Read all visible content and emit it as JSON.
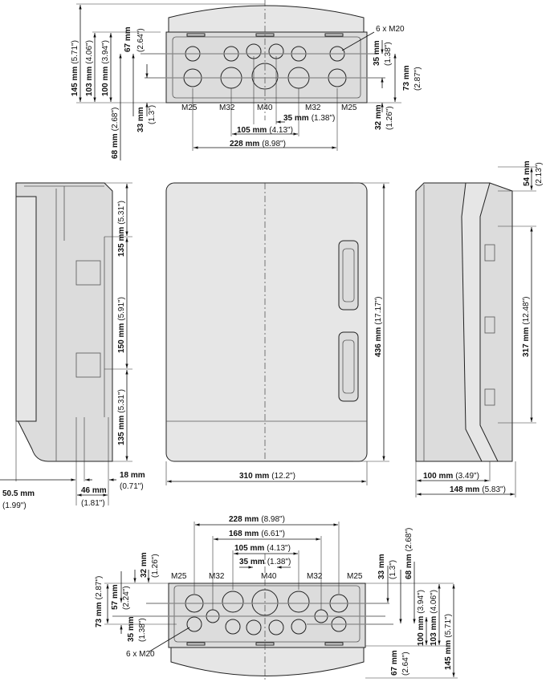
{
  "top": {
    "d145": {
      "mm": "145 mm",
      "in": "(5.71\")"
    },
    "d103": {
      "mm": "103 mm",
      "in": "(4.06\")"
    },
    "d100": {
      "mm": "100 mm",
      "in": "(3.94\")"
    },
    "d67": {
      "mm": "67 mm",
      "in": "(2.64\")"
    },
    "d68": {
      "mm": "68 mm",
      "in": "(2.68\")"
    },
    "d33": {
      "mm": "33 mm",
      "in": "(1.3\")"
    },
    "d35v": {
      "mm": "35 mm",
      "in": "(1.38\")"
    },
    "d73": {
      "mm": "73 mm",
      "in": "(2.87\")"
    },
    "d32": {
      "mm": "32 mm",
      "in": "(1.26\")"
    },
    "d35h": {
      "mm": "35 mm",
      "in": "(1.38\")"
    },
    "d105": {
      "mm": "105 mm",
      "in": "(4.13\")"
    },
    "d228": {
      "mm": "228 mm",
      "in": "(8.98\")"
    },
    "glands": [
      "M25",
      "M32",
      "M40",
      "M32",
      "M25"
    ],
    "m20": "6 x M20"
  },
  "side_left": {
    "d135a": {
      "mm": "135 mm",
      "in": "(5.31\")"
    },
    "d150": {
      "mm": "150 mm",
      "in": "(5.91\")"
    },
    "d135b": {
      "mm": "135 mm",
      "in": "(5.31\")"
    },
    "d18": {
      "mm": "18 mm",
      "in": "(0.71\")"
    },
    "d46": {
      "mm": "46 mm",
      "in": "(1.81\")"
    },
    "d50": {
      "mm": "50.5 mm",
      "in": "(1.99\")"
    }
  },
  "front": {
    "d436": {
      "mm": "436 mm",
      "in": "(17.17\")"
    },
    "d310": {
      "mm": "310 mm",
      "in": "(12.2\")"
    }
  },
  "side_right": {
    "d54": {
      "mm": "54 mm",
      "in": "(2.13\")"
    },
    "d317": {
      "mm": "317 mm",
      "in": "(12.48\")"
    },
    "d100": {
      "mm": "100 mm",
      "in": "(3.49\")"
    },
    "d148": {
      "mm": "148 mm",
      "in": "(5.83\")"
    }
  },
  "bottom": {
    "d228": {
      "mm": "228 mm",
      "in": "(8.98\")"
    },
    "d168": {
      "mm": "168 mm",
      "in": "(6.61\")"
    },
    "d105": {
      "mm": "105 mm",
      "in": "(4.13\")"
    },
    "d35h": {
      "mm": "35 mm",
      "in": "(1.38\")"
    },
    "d73": {
      "mm": "73 mm",
      "in": "(2.87\")"
    },
    "d57": {
      "mm": "57 mm",
      "in": "(2.24\")"
    },
    "d35v": {
      "mm": "35 mm",
      "in": "(1.38\")"
    },
    "d32": {
      "mm": "32 mm",
      "in": "(1.26\")"
    },
    "d33": {
      "mm": "33 mm",
      "in": "(1.3\")"
    },
    "d68": {
      "mm": "68 mm",
      "in": "(2.68\")"
    },
    "d100": {
      "mm": "100 mm",
      "in": "(3.94\")"
    },
    "d103": {
      "mm": "103 mm",
      "in": "(4.06\")"
    },
    "d145": {
      "mm": "145 mm",
      "in": "(5.71\")"
    },
    "d67": {
      "mm": "67 mm",
      "in": "(2.64\")"
    },
    "glands": [
      "M25",
      "M32",
      "M40",
      "M32",
      "M25"
    ],
    "m20": "6 x M20"
  }
}
